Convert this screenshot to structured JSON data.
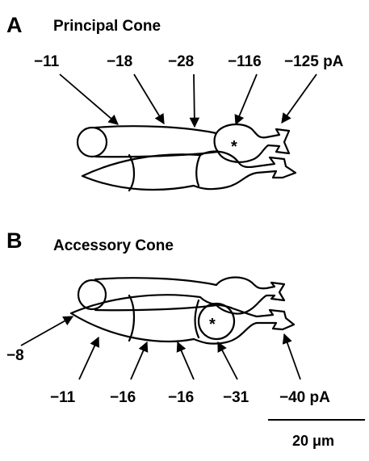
{
  "panel_a": {
    "letter": "A",
    "title": "Principal Cone",
    "values": [
      "−11",
      "−18",
      "−28",
      "−116",
      "−125 pA"
    ],
    "marker": "*"
  },
  "panel_b": {
    "letter": "B",
    "title": "Accessory Cone",
    "side_value": "−8",
    "values": [
      "−11",
      "−16",
      "−16",
      "−31",
      "−40 pA"
    ],
    "marker": "*"
  },
  "scale_bar": {
    "label": "20 μm"
  }
}
